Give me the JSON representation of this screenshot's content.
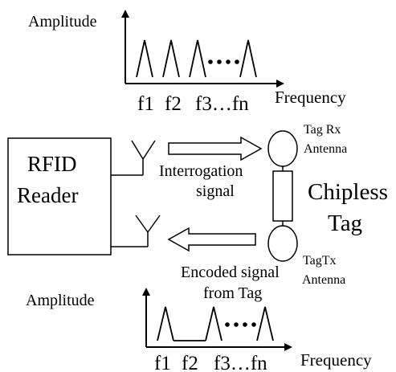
{
  "top_spectrum": {
    "amplitude_label": "Amplitude",
    "frequency_label": "Frequency",
    "ticks": [
      "f1",
      "f2",
      "f3…fn"
    ]
  },
  "reader": {
    "line1": "RFID",
    "line2": "Reader"
  },
  "tag": {
    "rx_line1": "Tag Rx",
    "rx_line2": "Antenna",
    "title_line1": "Chipless",
    "title_line2": "Tag",
    "tx_line1": "TagTx",
    "tx_line2": "Antenna"
  },
  "signals": {
    "interrogation_line1": "Interrogation",
    "interrogation_line2": "signal",
    "encoded_line1": "Encoded signal",
    "encoded_line2": "from Tag"
  },
  "bottom_spectrum": {
    "amplitude_label": "Amplitude",
    "frequency_label": "Frequency",
    "ticks": [
      "f1",
      "f2",
      "f3…fn"
    ]
  }
}
